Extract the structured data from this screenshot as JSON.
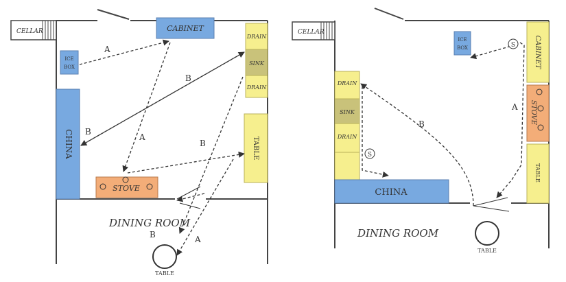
{
  "colors": {
    "blue": "#78a9e0",
    "yellow": "#f6ef8e",
    "olive": "#c9c27a",
    "orange": "#f3ad78",
    "ink": "#333333"
  },
  "plan_a": {
    "cellar": "CELLAR",
    "cabinet": "CABINET",
    "ice_box_1": "ICE",
    "ice_box_2": "BOX",
    "drain_top": "DRAIN",
    "sink": "SINK",
    "drain_bottom": "DRAIN",
    "china": "CHINA",
    "table": "TABLE",
    "stove": "STOVE",
    "dining_room": "DINING ROOM",
    "dining_table": "TABLE",
    "route_a": "A",
    "route_b": "B"
  },
  "plan_b": {
    "cellar": "CELLAR",
    "ice_box_1": "ICE",
    "ice_box_2": "BOX",
    "cabinet": "CABINET",
    "drain_top": "DRAIN",
    "sink": "SINK",
    "drain_bottom": "DRAIN",
    "stove": "STOVE",
    "table": "TABLE",
    "china": "CHINA",
    "dining_room": "DINING ROOM",
    "dining_table": "TABLE",
    "route_a": "A",
    "route_b": "B",
    "stop_mark": "S"
  }
}
